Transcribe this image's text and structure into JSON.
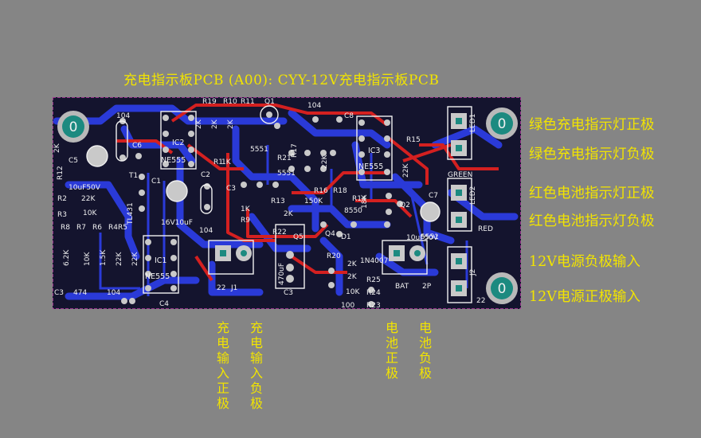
{
  "title": "充电指示板PCB (A00): CYY-12V充电指示板PCB",
  "right_labels": [
    "绿色充电指示灯正极",
    "绿色充电指示灯负极",
    "红色电池指示灯正极",
    "红色电池指示灯负极",
    "12V电源负极输入",
    "12V电源正极输入"
  ],
  "bottom_labels": [
    "充电输入正极",
    "充电输入负极",
    "电池正极",
    "电池负极"
  ],
  "pcb": {
    "ics": [
      {
        "ref": "IC2",
        "part": "NE555"
      },
      {
        "ref": "IC3",
        "part": "NE555"
      },
      {
        "ref": "IC1",
        "part": "NE555"
      }
    ],
    "silkscreen": [
      "R19",
      "R10",
      "R11",
      "Q1",
      "104",
      "C8",
      "C6",
      "104",
      "5551",
      "C5",
      "R12",
      "10uF50V",
      "2K",
      "T1",
      "C1",
      "C2",
      "R1",
      "1K",
      "R17",
      "R21",
      "5551",
      "R15",
      "22K",
      "R2",
      "22K",
      "R3",
      "10K",
      "TL431",
      "C3",
      "1K",
      "R13",
      "2K",
      "R9",
      "R16",
      "R18",
      "150K",
      "R14",
      "8550",
      "18K",
      "Q2",
      "C7",
      "10uF50V",
      "5551",
      "16V10uF",
      "104",
      "Q4",
      "D1",
      "R8",
      "R7",
      "R6",
      "R4",
      "R5",
      "6.2K",
      "10K",
      "1.5K",
      "22K",
      "22K",
      "J1",
      "22",
      "Q5",
      "C3",
      "470uF",
      "R20",
      "1N4007",
      "2K",
      "R22",
      "2K",
      "R25",
      "BAT",
      "2P",
      "R24",
      "10K",
      "R23",
      "100",
      "C3",
      "474",
      "104",
      "C4",
      "LED1",
      "LED2",
      "GREEN",
      "RED",
      "J2",
      "22",
      "2K",
      "2K",
      "2K",
      "22K"
    ],
    "mounting_hole_label": "0"
  },
  "colors": {
    "background": "#858585",
    "board": "#14142e",
    "bottom_copper": "#2a3ad8",
    "top_copper": "#d42020",
    "pad": "#c9c9c9",
    "silkscreen": "#f0f0f0",
    "label": "#f2e400"
  }
}
